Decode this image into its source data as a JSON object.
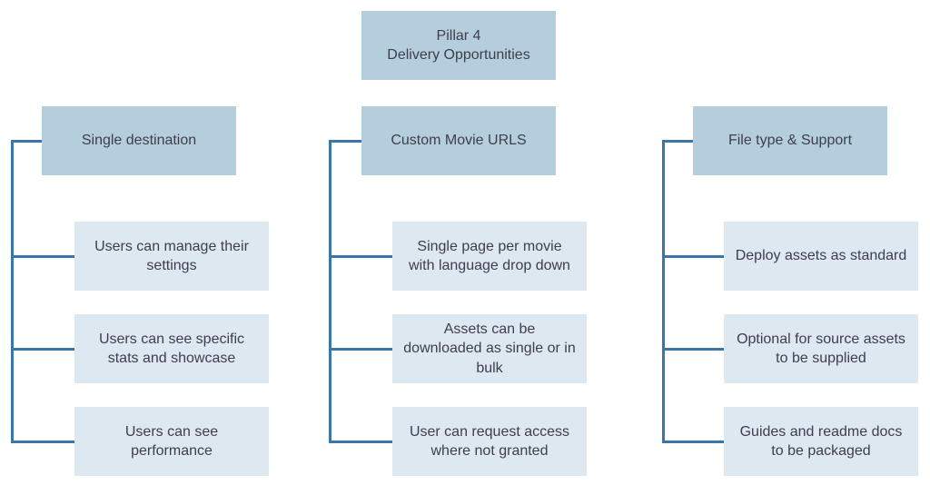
{
  "title": {
    "line1": "Pillar 4",
    "line2": "Delivery Opportunities"
  },
  "columns": [
    {
      "header": "Single destination",
      "items": [
        "Users can manage their settings",
        "Users can see specific stats and showcase",
        "Users can see performance"
      ]
    },
    {
      "header": "Custom Movie URLS",
      "items": [
        "Single page per movie with language drop down",
        "Assets can be downloaded as single or in bulk",
        "User can request access where not granted"
      ]
    },
    {
      "header": "File type & Support",
      "items": [
        "Deploy assets as standard",
        "Optional for source assets to be supplied",
        "Guides and readme docs to be packaged"
      ]
    }
  ],
  "colors": {
    "header_fill": "#b5cedd",
    "item_fill": "#dde8f0",
    "connector": "#3a76a8",
    "text": "#3d3e4e",
    "background": "#ffffff"
  }
}
